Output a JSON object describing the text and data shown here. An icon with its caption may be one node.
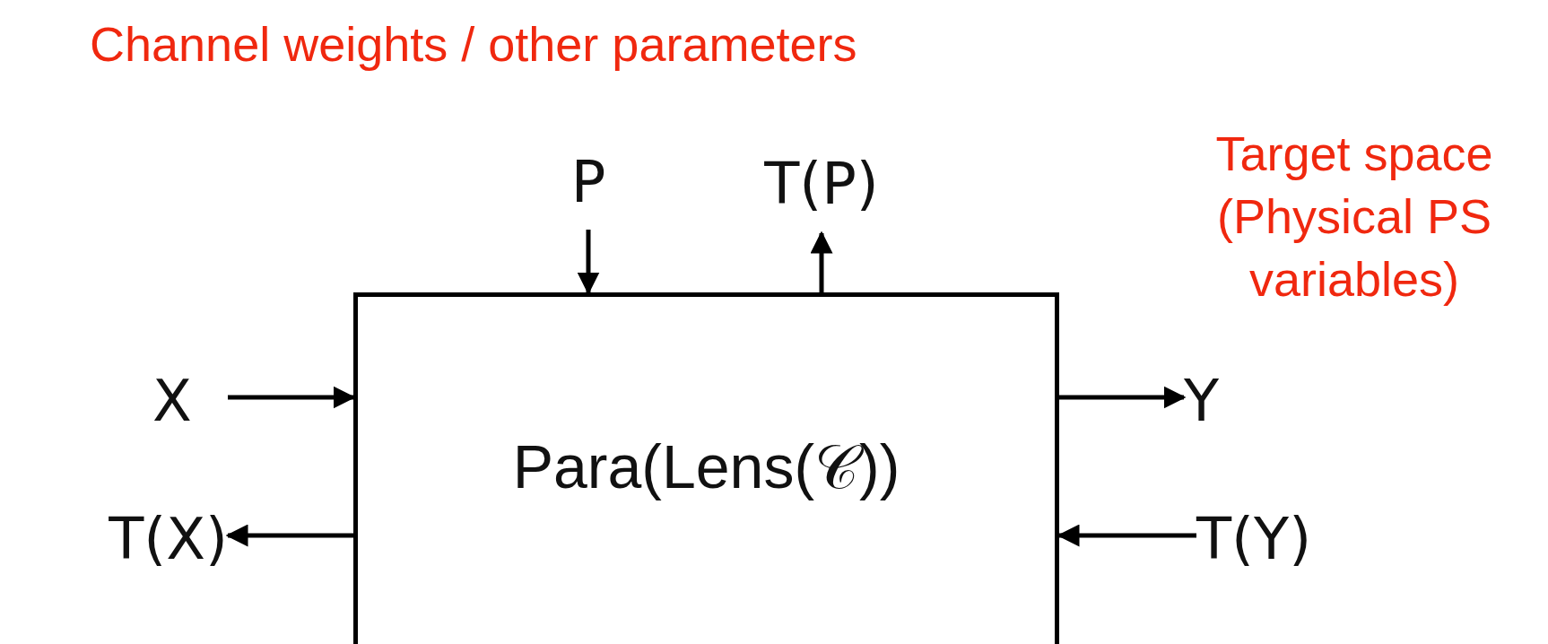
{
  "diagram": {
    "nodes": [
      {
        "text": [
          "Para(Lens(𝒞))"
        ]
      },
      {
        "text": [
          "X"
        ]
      },
      {
        "text": [
          "T(X)"
        ]
      },
      {
        "text": [
          "Y"
        ]
      },
      {
        "text": [
          "T(Y)"
        ]
      },
      {
        "text": [
          "P"
        ]
      },
      {
        "text": [
          "T(P)"
        ]
      }
    ],
    "edges": [
      {
        "from": 1,
        "to": 0,
        "arrow": "to"
      },
      {
        "from": 0,
        "to": 2,
        "arrow": "to"
      },
      {
        "from": 0,
        "to": 3,
        "arrow": "to"
      },
      {
        "from": 4,
        "to": 0,
        "arrow": "to"
      },
      {
        "from": 5,
        "to": 0,
        "arrow": "to"
      },
      {
        "from": 0,
        "to": 6,
        "arrow": "to"
      }
    ],
    "labels": [
      "Channel weights / other parameters",
      "Target space (Physical PS variables)"
    ]
  }
}
